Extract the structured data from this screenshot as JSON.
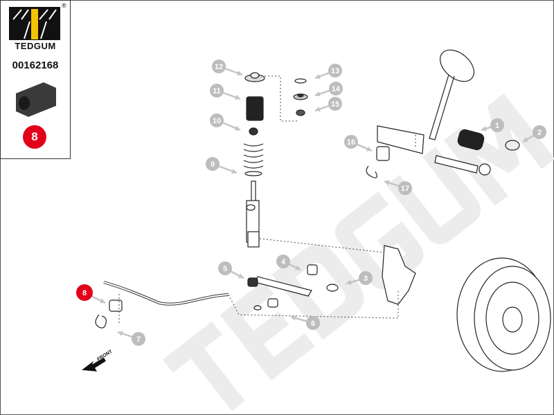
{
  "brand": {
    "name": "TEDGUM",
    "registered": "®",
    "part_number": "00162168",
    "highlight_badge": "8",
    "accent": "#e3001b",
    "logo_yellow": "#f5c400"
  },
  "diagram": {
    "watermark": "TEDGUM",
    "front_label": "FRONT",
    "callouts": [
      "1",
      "2",
      "3",
      "4",
      "5",
      "6",
      "7",
      "8",
      "9",
      "10",
      "11",
      "12",
      "13",
      "14",
      "15",
      "16",
      "17"
    ],
    "highlighted_callout": "8",
    "callout_color": "#bdbdbd"
  }
}
